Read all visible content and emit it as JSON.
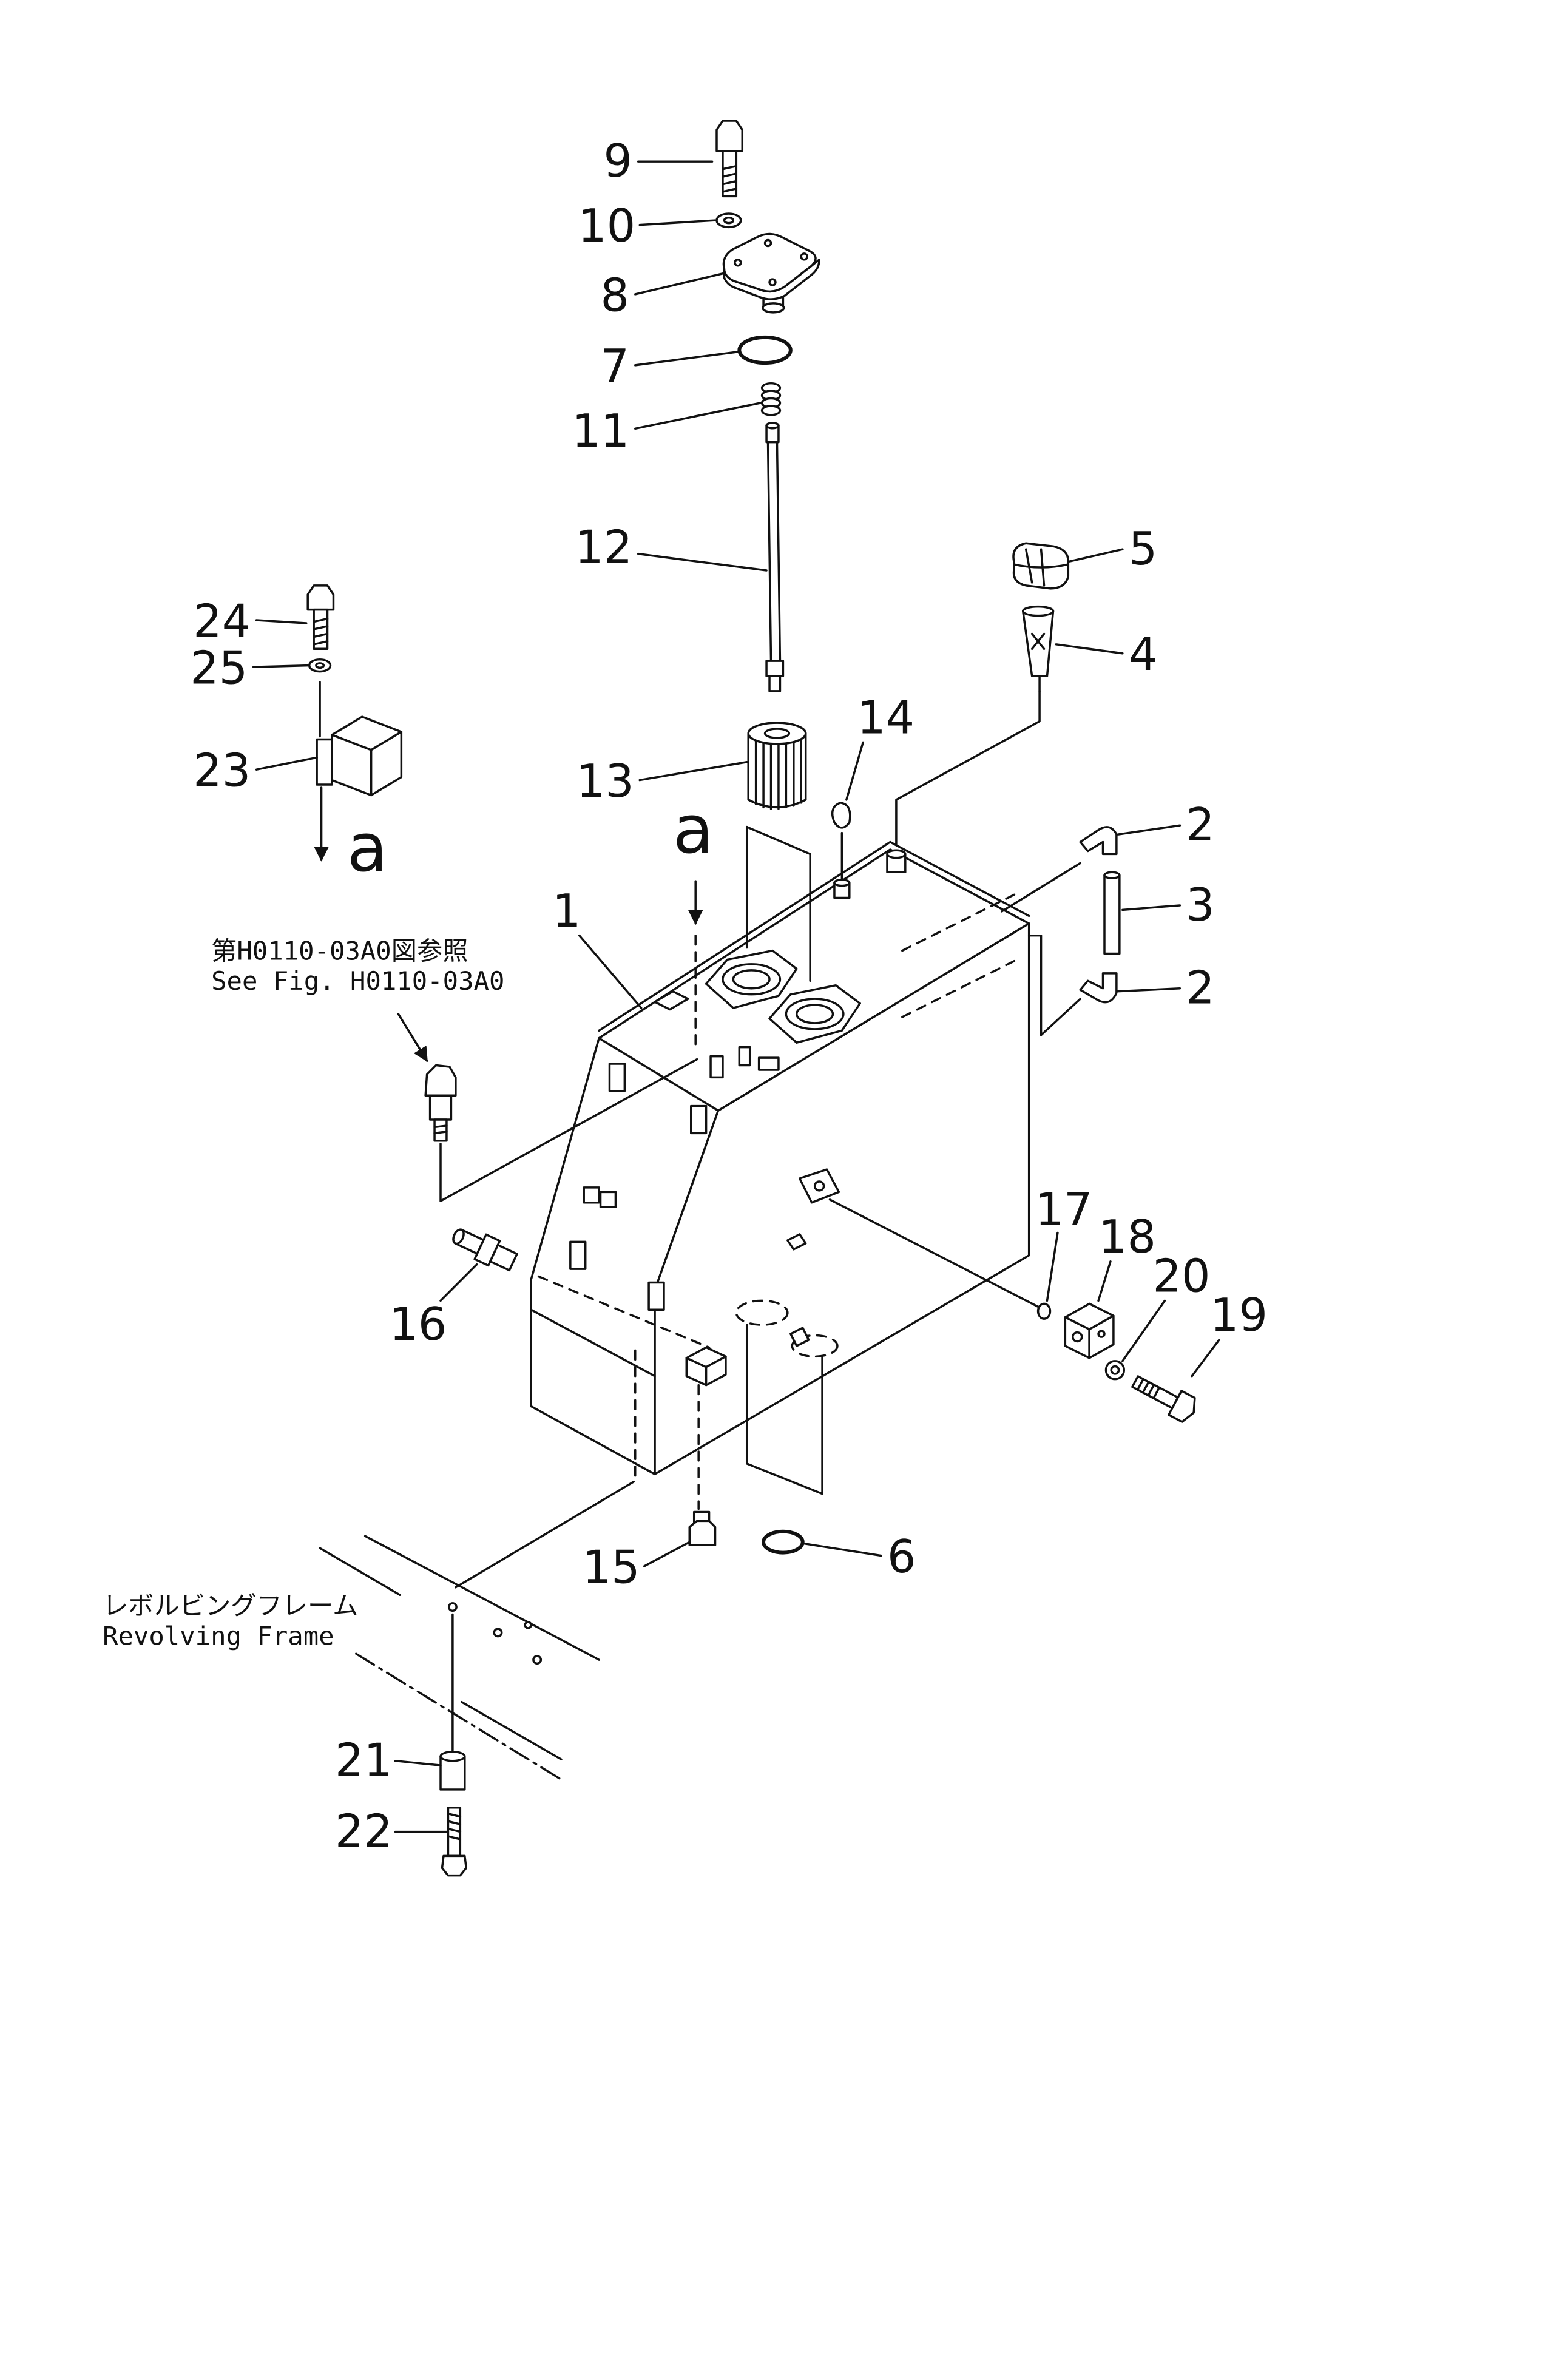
{
  "diagram": {
    "callouts": [
      "9",
      "10",
      "8",
      "7",
      "11",
      "12",
      "13",
      "14",
      "5",
      "4",
      "2",
      "3",
      "2",
      "24",
      "25",
      "23",
      "1",
      "16",
      "17",
      "18",
      "20",
      "19",
      "15",
      "6",
      "21",
      "22"
    ],
    "view_refs": [
      "a",
      "a"
    ],
    "notes": {
      "see_fig_jp": "第H0110-03A0図参照",
      "see_fig_en": "See Fig. H0110-03A0",
      "frame_jp": "レボルビングフレーム",
      "frame_en": "Revolving Frame"
    }
  },
  "colors": {
    "ink": "#111111",
    "paper": "#ffffff"
  }
}
